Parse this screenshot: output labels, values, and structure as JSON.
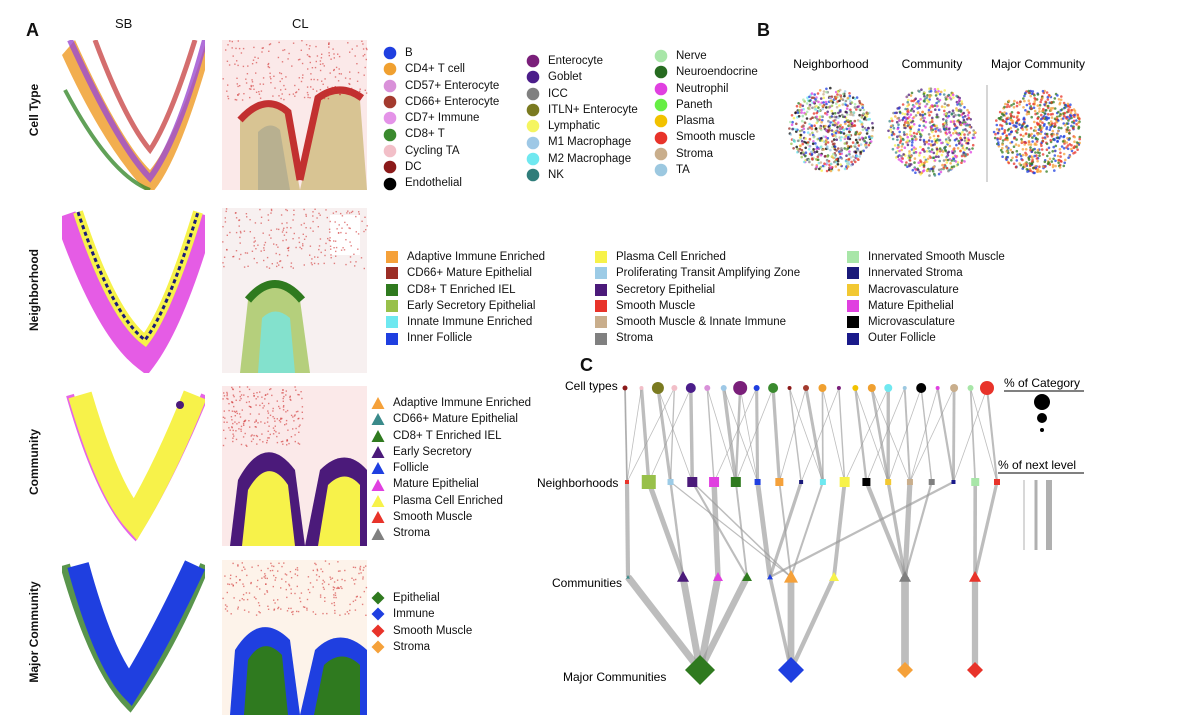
{
  "panel_letters": {
    "a": "A",
    "b": "B",
    "c": "C"
  },
  "panelA": {
    "columns": [
      "SB",
      "CL"
    ],
    "rows": [
      "Cell Type",
      "Neighborhood",
      "Community",
      "Major Community"
    ]
  },
  "legends": {
    "cell_type": [
      [
        {
          "label": "B",
          "color": "#1f3fe0"
        },
        {
          "label": "CD4+ T cell",
          "color": "#f0a030"
        },
        {
          "label": "CD57+ Enterocyte",
          "color": "#d991d9"
        },
        {
          "label": "CD66+ Enterocyte",
          "color": "#a33a2e"
        },
        {
          "label": "CD7+ Immune",
          "color": "#e493e8"
        },
        {
          "label": "CD8+ T",
          "color": "#3a8a2e"
        },
        {
          "label": "Cycling TA",
          "color": "#f2bfc8"
        },
        {
          "label": "DC",
          "color": "#8b1a1a"
        },
        {
          "label": "Endothelial",
          "color": "#000000"
        }
      ],
      [
        {
          "label": "Enterocyte",
          "color": "#7a1f7a"
        },
        {
          "label": "Goblet",
          "color": "#4b1d8a"
        },
        {
          "label": "ICC",
          "color": "#808080"
        },
        {
          "label": "ITLN+ Enterocyte",
          "color": "#7a7a20"
        },
        {
          "label": "Lymphatic",
          "color": "#f5f560"
        },
        {
          "label": "M1 Macrophage",
          "color": "#9ec8e6"
        },
        {
          "label": "M2 Macrophage",
          "color": "#70e8f0"
        },
        {
          "label": "NK",
          "color": "#2f7d7a"
        }
      ],
      [
        {
          "label": "Nerve",
          "color": "#a8e6a8"
        },
        {
          "label": "Neuroendocrine",
          "color": "#276b20"
        },
        {
          "label": "Neutrophil",
          "color": "#e040e0"
        },
        {
          "label": "Paneth",
          "color": "#66ee44"
        },
        {
          "label": "Plasma",
          "color": "#f2c200"
        },
        {
          "label": "Smooth muscle",
          "color": "#e8332a"
        },
        {
          "label": "Stroma",
          "color": "#c9ae8c"
        },
        {
          "label": "TA",
          "color": "#9cc8e0"
        }
      ]
    ],
    "neighborhood": [
      [
        {
          "label": "Adaptive Immune Enriched",
          "color": "#f5a13a"
        },
        {
          "label": "CD66+ Mature Epithelial",
          "color": "#9b2e26"
        },
        {
          "label": "CD8+ T Enriched IEL",
          "color": "#2f7a1f"
        },
        {
          "label": "Early Secretory Epithelial",
          "color": "#98c04a"
        },
        {
          "label": "Innate Immune Enriched",
          "color": "#6ee8f0"
        },
        {
          "label": "Inner Follicle",
          "color": "#1f3fe0"
        }
      ],
      [
        {
          "label": "Plasma Cell Enriched",
          "color": "#f7f24a"
        },
        {
          "label": "Proliferating Transit Amplifying Zone",
          "color": "#9ccbe6"
        },
        {
          "label": "Secretory Epithelial",
          "color": "#4b1a7a"
        },
        {
          "label": "Smooth Muscle",
          "color": "#e8332a"
        },
        {
          "label": "Smooth Muscle & Innate Immune",
          "color": "#c9ae8c"
        },
        {
          "label": "Stroma",
          "color": "#808080"
        }
      ],
      [
        {
          "label": "Innervated Smooth Muscle",
          "color": "#a8e6a8"
        },
        {
          "label": "Innervated Stroma",
          "color": "#1a1a7a"
        },
        {
          "label": "Macrovasculature",
          "color": "#f2c832"
        },
        {
          "label": "Mature Epithelial",
          "color": "#e040e0"
        },
        {
          "label": "Microvasculature",
          "color": "#000000"
        },
        {
          "label": "Outer Follicle",
          "color": "#1a1a8a"
        }
      ]
    ],
    "community": [
      {
        "label": "Adaptive Immune Enriched",
        "color": "#f5a13a"
      },
      {
        "label": "CD66+ Mature Epithelial",
        "color": "#3a8a8a"
      },
      {
        "label": "CD8+ T Enriched IEL",
        "color": "#2f7a1f"
      },
      {
        "label": "Early Secretory",
        "color": "#4b1a7a"
      },
      {
        "label": "Follicle",
        "color": "#1f3fe0"
      },
      {
        "label": "Mature Epithelial",
        "color": "#e040e0"
      },
      {
        "label": "Plasma Cell Enriched",
        "color": "#f7f24a"
      },
      {
        "label": "Smooth Muscle",
        "color": "#e8332a"
      },
      {
        "label": "Stroma",
        "color": "#808080"
      }
    ],
    "major_community": [
      {
        "label": "Epithelial",
        "color": "#2f7a1f"
      },
      {
        "label": "Immune",
        "color": "#1f3fe0"
      },
      {
        "label": "Smooth Muscle",
        "color": "#e8332a"
      },
      {
        "label": "Stroma",
        "color": "#f5a13a"
      }
    ]
  },
  "panelB": {
    "titles": [
      "Neighborhood",
      "Community",
      "Major Community"
    ]
  },
  "panelC": {
    "level_labels": [
      "Cell types",
      "Neighborhoods",
      "Communities",
      "Major Communities"
    ],
    "key_titles": {
      "category": "% of Category",
      "next": "% of next level"
    }
  },
  "colors": {
    "sb_base": "#f4f4f4",
    "cl_noise": "#d03030"
  }
}
